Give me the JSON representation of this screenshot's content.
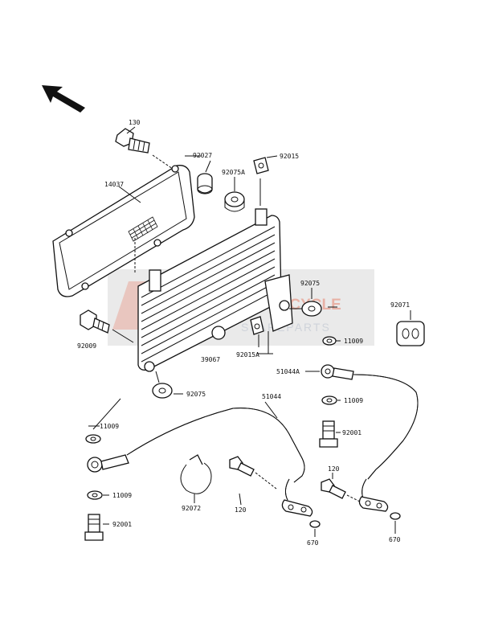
{
  "labels": {
    "p130": "130",
    "p14037": "14037",
    "p92027": "92027",
    "p92015": "92015",
    "p92075A": "92075A",
    "p92075_top": "92075",
    "p92071": "92071",
    "p92009": "92009",
    "p39067": "39067",
    "p92015A": "92015A",
    "p11009_a": "11009",
    "p51044A": "51044A",
    "p92075_mid": "92075",
    "p51044": "51044",
    "p11009_b": "11009",
    "p11009_c": "11009",
    "p92001_a": "92001",
    "p11009_d": "11009",
    "p92001_b": "92001",
    "p120_a": "120",
    "p120_b": "120",
    "p92072": "92072",
    "p670_a": "670",
    "p670_b": "670"
  },
  "watermark": {
    "line1": "MOTORCYCLE",
    "line2": "SPAREPARTS",
    "accent": "#e8a89a",
    "panel": "#d9d9d9"
  },
  "icons": {
    "direction_arrow": "direction-arrow-icon"
  }
}
